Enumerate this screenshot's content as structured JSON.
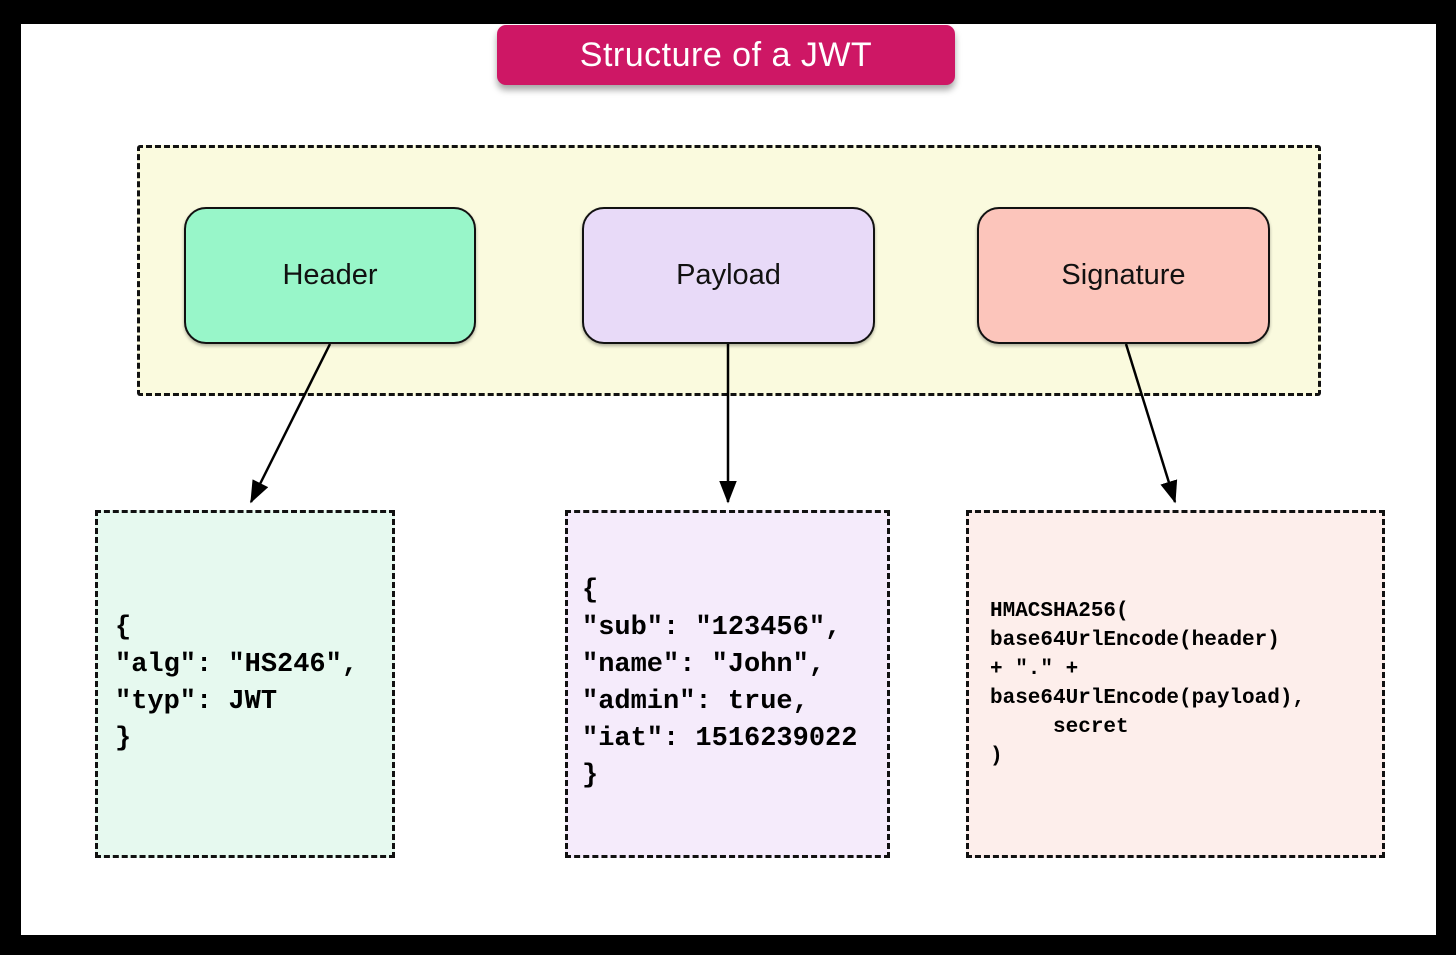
{
  "title": {
    "label": "Structure of a JWT"
  },
  "parts": [
    {
      "label": "Header"
    },
    {
      "label": "Payload"
    },
    {
      "label": "Signature"
    }
  ],
  "details": {
    "header_code": [
      "{",
      "\"alg\": \"HS246\",",
      "\"typ\": JWT",
      "}"
    ],
    "payload_code": [
      "{",
      "\"sub\": \"123456\",",
      "\"name\": \"John\",",
      "\"admin\": true,",
      "\"iat\": 1516239022",
      "}"
    ],
    "signature_code": [
      "HMACSHA256(",
      "base64UrlEncode(header)",
      "+ \".\" +",
      "base64UrlEncode(payload),",
      "     secret",
      ")"
    ]
  },
  "colors": {
    "title_bg": "#CE1765",
    "title_text": "#FFFFFF",
    "container_bg": "#FAFADE",
    "header_fill": "#98F6C9",
    "payload_fill": "#E8DAF8",
    "signature_fill": "#FCC5BB",
    "header_code_bg": "#E6F9EF",
    "payload_code_bg": "#F5EBFB",
    "signature_code_bg": "#FDEEEB",
    "border": "#000000",
    "arrow": "#000000"
  }
}
